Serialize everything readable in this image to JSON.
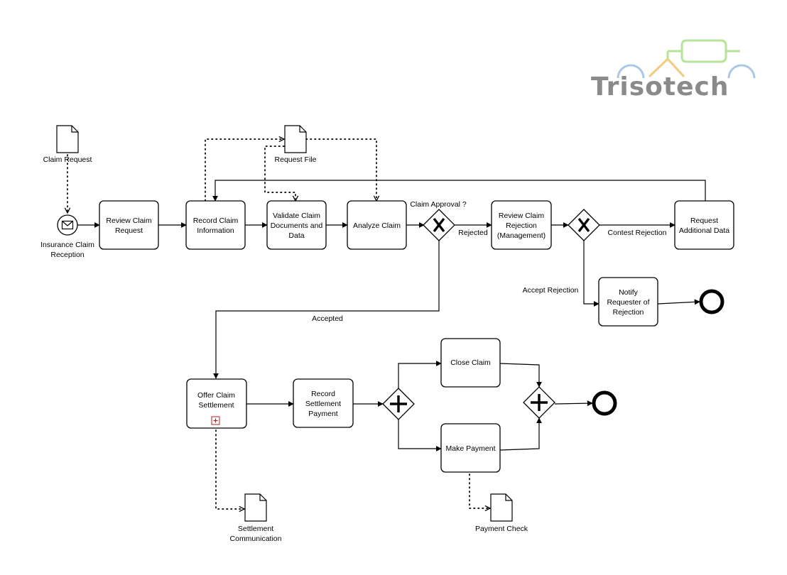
{
  "logo": {
    "text": "Trisotech",
    "colors": {
      "blue": "#aac8e4",
      "orange": "#f5c980",
      "green": "#b5e39a",
      "gray": "#8a8a8a"
    }
  },
  "start_event": {
    "label_line1": "Insurance Claim",
    "label_line2": "Reception",
    "icon": "envelope-icon"
  },
  "tasks": {
    "review_claim_request": [
      "Review Claim",
      "Request"
    ],
    "record_claim_information": [
      "Record Claim",
      "Information"
    ],
    "validate_claim_documents": [
      "Validate Claim",
      "Documents and",
      "Data"
    ],
    "analyze_claim": [
      "Analyze Claim"
    ],
    "review_claim_rejection": [
      "Review Claim",
      "Rejection",
      "(Management)"
    ],
    "request_additional_data": [
      "Request",
      "Additional Data"
    ],
    "notify_requester": [
      "Notify",
      "Requester of",
      "Rejection"
    ],
    "offer_claim_settlement": [
      "Offer Claim",
      "Settlement"
    ],
    "record_settlement_payment": [
      "Record",
      "Settlement",
      "Payment"
    ],
    "close_claim": [
      "Close Claim"
    ],
    "make_payment": [
      "Make Payment"
    ]
  },
  "data_objects": {
    "claim_request": [
      "Claim Request"
    ],
    "request_file": [
      "Request File"
    ],
    "settlement_communication": [
      "Settlement",
      "Communication"
    ],
    "payment_check": [
      "Payment Check"
    ]
  },
  "gateways": {
    "claim_approval_label": "Claim Approval ?"
  },
  "flow_labels": {
    "rejected": "Rejected",
    "contest_rejection": "Contest Rejection",
    "accept_rejection": "Accept Rejection",
    "accepted": "Accepted"
  }
}
